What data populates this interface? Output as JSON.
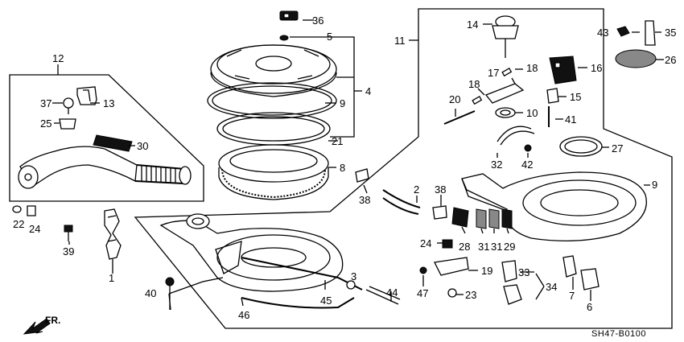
{
  "diagram": {
    "part_labels": [
      "1",
      "2",
      "3",
      "4",
      "5",
      "6",
      "7",
      "8",
      "9",
      "9",
      "10",
      "11",
      "12",
      "13",
      "14",
      "15",
      "16",
      "17",
      "18",
      "18",
      "19",
      "20",
      "21",
      "22",
      "23",
      "24",
      "24",
      "25",
      "26",
      "27",
      "28",
      "29",
      "30",
      "31",
      "31",
      "32",
      "33",
      "34",
      "35",
      "36",
      "37",
      "38",
      "38",
      "39",
      "40",
      "41",
      "42",
      "43",
      "44",
      "45",
      "46",
      "47"
    ],
    "direction_label": "FR.",
    "drawing_code": "SH47-B0100"
  }
}
